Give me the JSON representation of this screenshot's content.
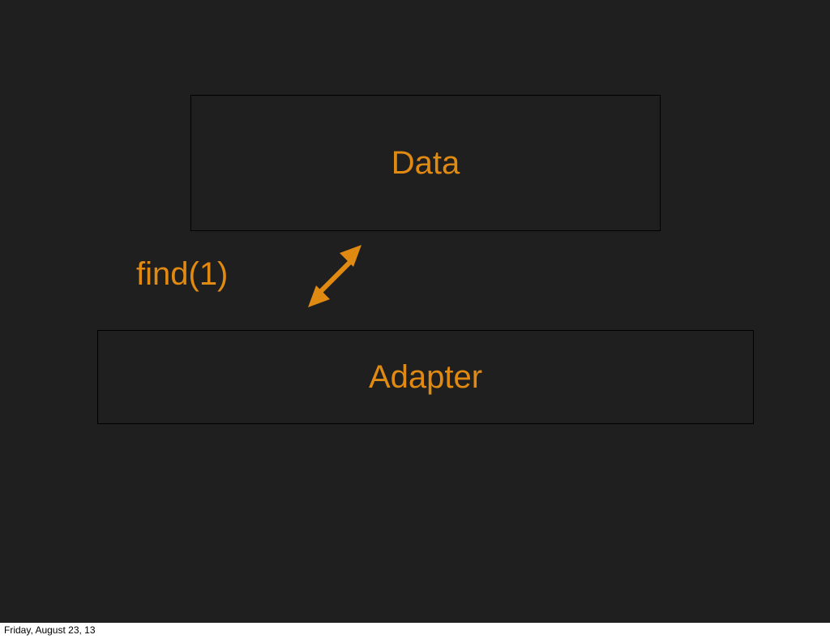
{
  "slide": {
    "boxes": {
      "data_label": "Data",
      "adapter_label": "Adapter"
    },
    "connector": {
      "label": "find(1)"
    }
  },
  "footer": {
    "date": "Friday, August 23, 13"
  },
  "colors": {
    "slide_background": "#1f1f1f",
    "accent": "#e08a12",
    "box_border": "#000000",
    "page_background": "#ffffff"
  }
}
